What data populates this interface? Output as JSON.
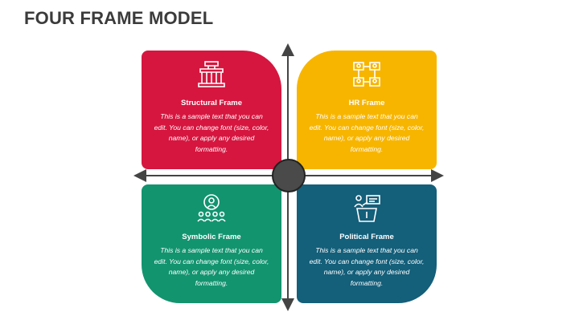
{
  "title": "FOUR FRAME MODEL",
  "frames": [
    {
      "label": "Structural Frame",
      "body": "This is a sample text that you can edit. You can change font (size, color, name), or apply any desired formatting.",
      "icon": "building-icon",
      "color": "#d6163f"
    },
    {
      "label": "HR Frame",
      "body": "This is a sample text that you can edit. You can change font (size, color, name), or apply any desired formatting.",
      "icon": "people-network-icon",
      "color": "#f7b500"
    },
    {
      "label": "Symbolic Frame",
      "body": "This is a sample text that you can edit. You can change font (size, color, name), or apply any desired formatting.",
      "icon": "team-leader-icon",
      "color": "#12946f"
    },
    {
      "label": "Political Frame",
      "body": "This is a sample text that you can edit. You can change font (size, color, name), or apply any desired formatting.",
      "icon": "presenter-podium-icon",
      "color": "#145f7a"
    }
  ],
  "colors": {
    "axis": "#444444",
    "hub": "#4a4a4a"
  }
}
